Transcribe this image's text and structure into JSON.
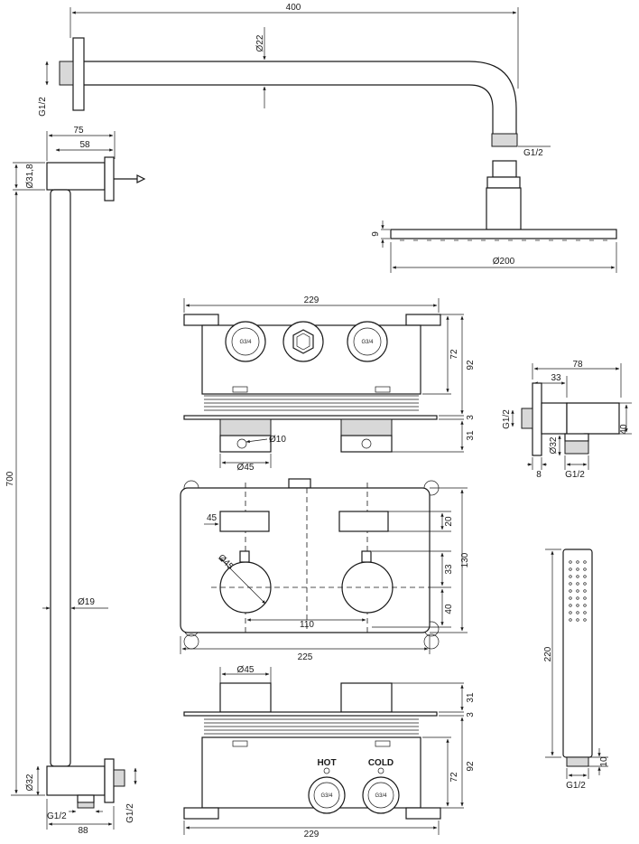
{
  "shower_arm": {
    "length": "400",
    "pipe_diameter": "Ø22",
    "wall_thread": "G1/2",
    "outlet_thread": "G1/2"
  },
  "shower_head": {
    "thickness": "9",
    "diameter": "Ø200"
  },
  "slide_rail": {
    "top_offset": "75",
    "holder_depth": "58",
    "top_bracket_diameter": "Ø31,8",
    "height": "700",
    "rail_diameter": "Ø19",
    "bottom_bracket_diameter": "Ø32",
    "outlet_thread": "G1/2",
    "side_thread": "G1/2",
    "bottom_depth": "88"
  },
  "box_top_view": {
    "width": "229",
    "dim_72": "72",
    "dim_92": "92",
    "dim_3": "3",
    "dim_31": "31",
    "spindle_diameter": "Ø10",
    "knob_diameter": "Ø45",
    "port_left": "G3/4",
    "port_right": "G3/4"
  },
  "wall_outlet": {
    "width": "78",
    "depth": "33",
    "height": "40",
    "wall_thread": "G1/2",
    "flange_diameter": "Ø32",
    "flange_depth": "8",
    "outlet_thread": "G1/2"
  },
  "box_front_view": {
    "knob_label_width": "45",
    "label_height": "20",
    "total_height": "130",
    "dim_33": "33",
    "dim_40": "40",
    "knob_diameter": "Ø45",
    "knob_spacing": "110",
    "plate_width": "225"
  },
  "box_bottom_view": {
    "knob_diameter": "Ø45",
    "dim_31": "31",
    "dim_3": "3",
    "dim_72": "72",
    "dim_92": "92",
    "hot_label": "HOT",
    "cold_label": "COLD",
    "port_left": "G3/4",
    "port_right": "G3/4",
    "width": "229"
  },
  "hand_shower": {
    "length": "220",
    "connector_length": "10",
    "thread": "G1/2"
  }
}
